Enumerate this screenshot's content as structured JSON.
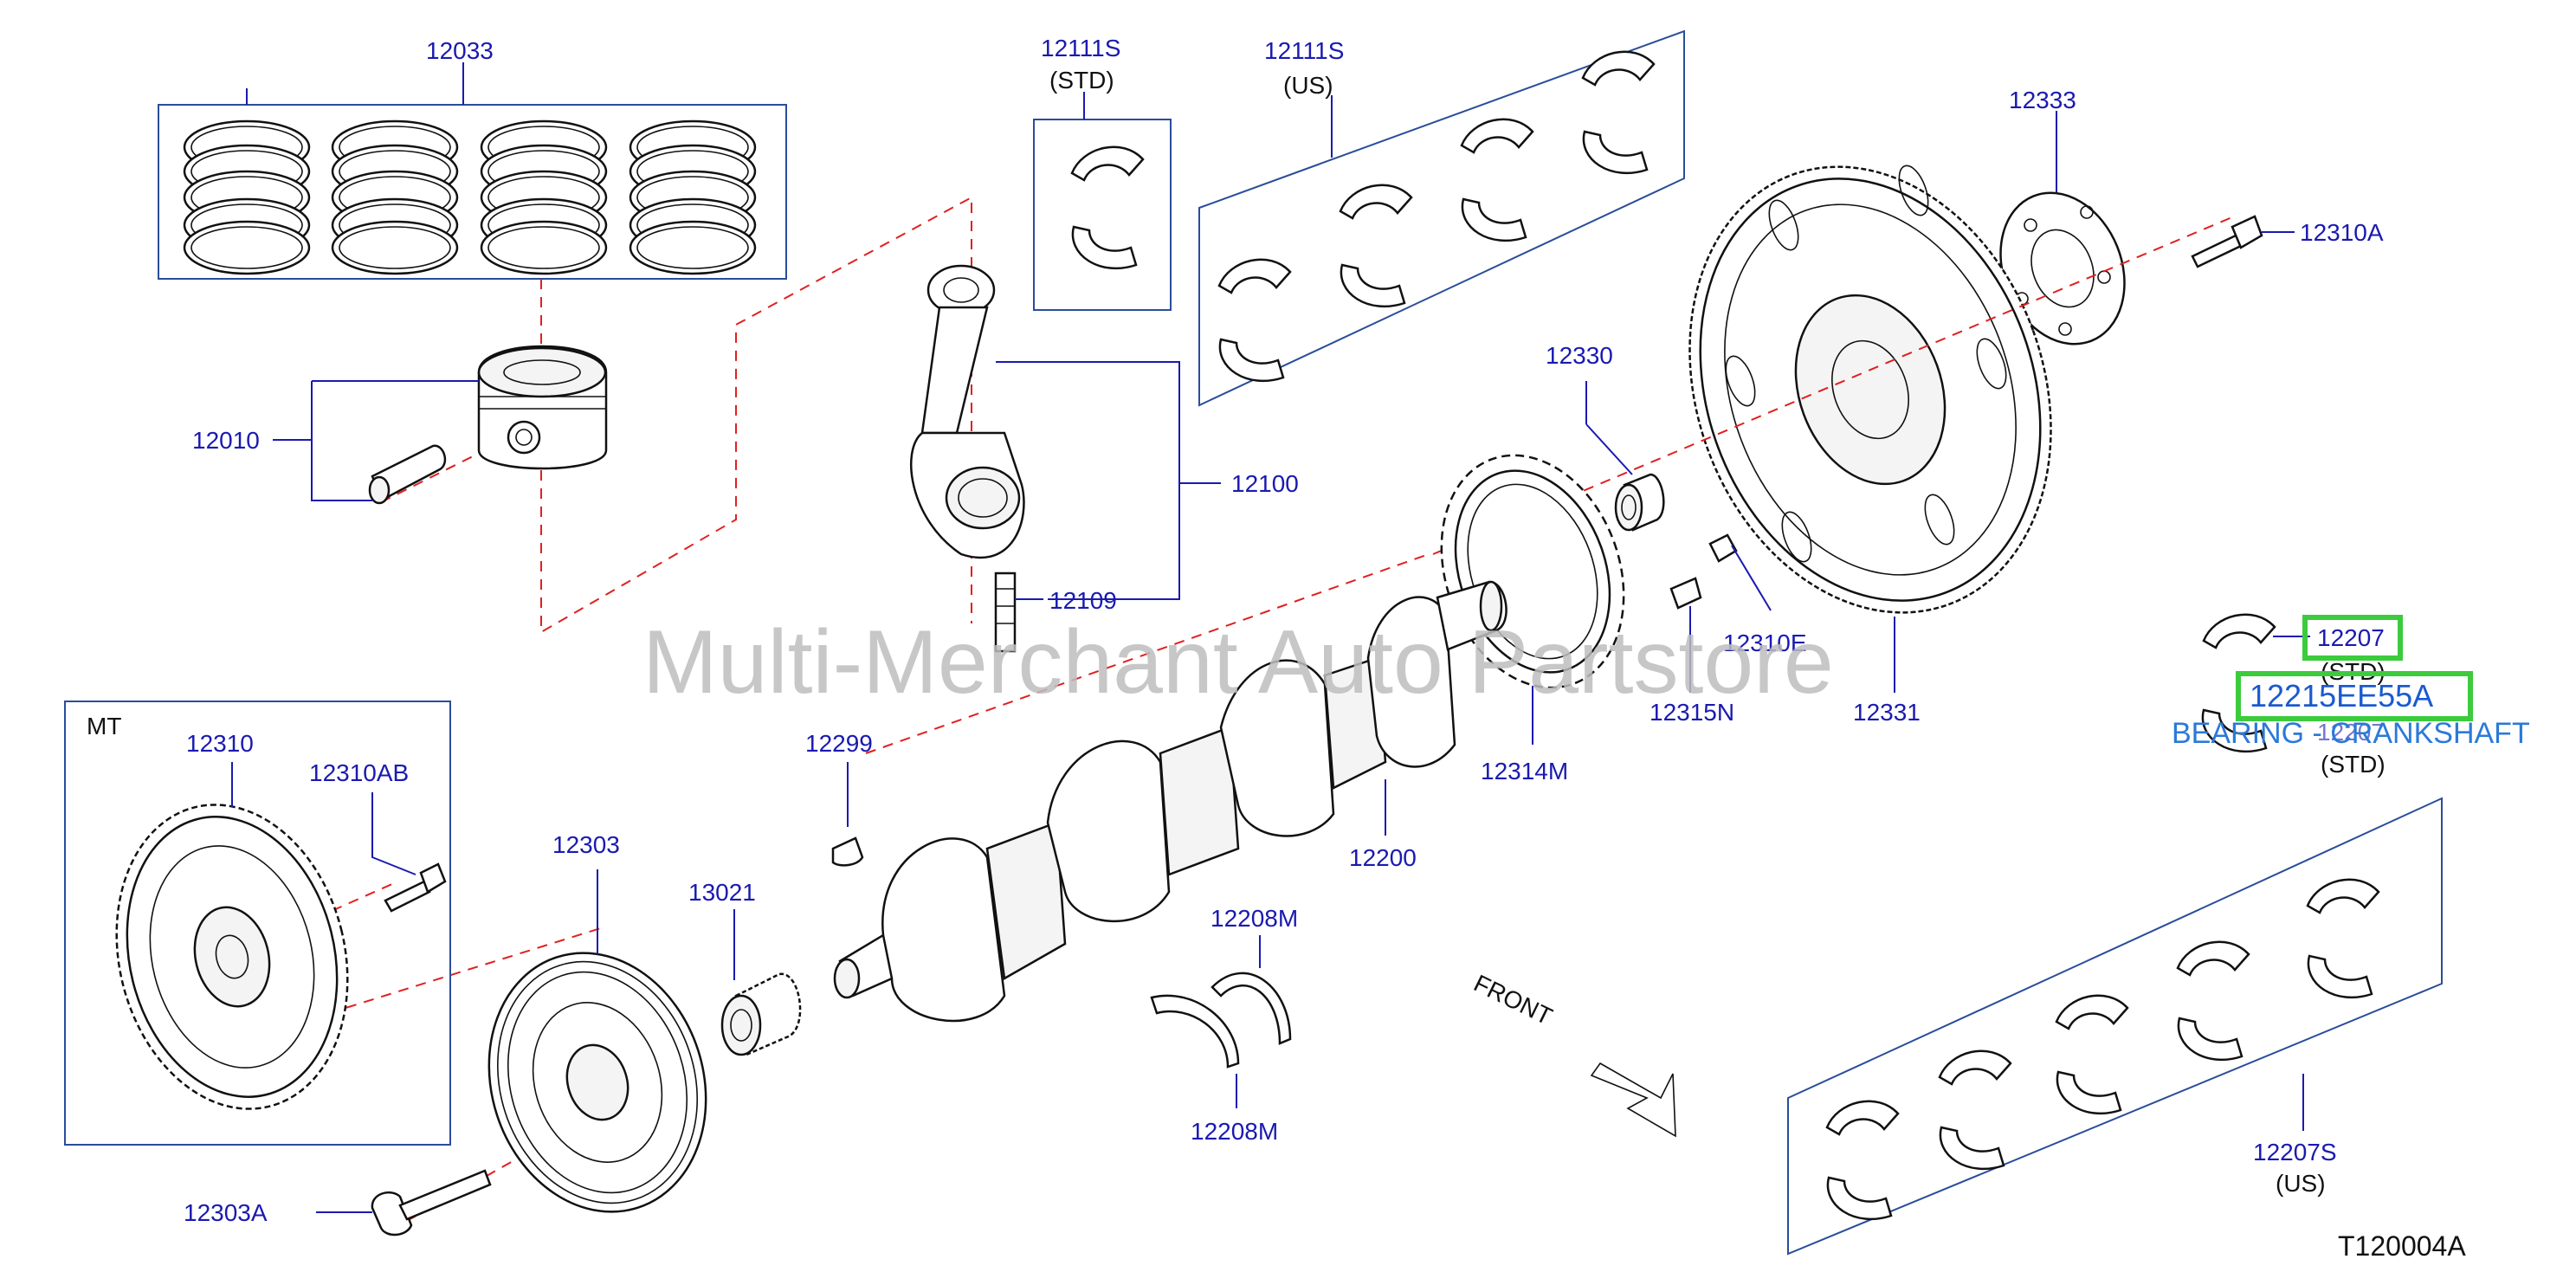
{
  "watermark": "Multi-Merchant Auto Partstore",
  "diagram_code": "T120004A",
  "direction_label": "FRONT",
  "mt_label": "MT",
  "parts": {
    "p12033": "12033",
    "p12010": "12010",
    "p12111s_std": "12111S",
    "p12111s_std_note": "(STD)",
    "p12111s_us": "12111S",
    "p12111s_us_note": "(US)",
    "p12100": "12100",
    "p12109": "12109",
    "p12333": "12333",
    "p12310a": "12310A",
    "p12330": "12330",
    "p12310e": "12310E",
    "p12315n": "12315N",
    "p12331": "12331",
    "p12314m": "12314M",
    "p12299": "12299",
    "p12200": "12200",
    "p12310": "12310",
    "p12310ab": "12310AB",
    "p12303": "12303",
    "p13021": "13021",
    "p12208m_top": "12208M",
    "p12208m_bottom": "12208M",
    "p12303a": "12303A",
    "p12207": "12207",
    "p12207_note": "(STD)",
    "p12207_second": "12207",
    "p12207_second_note": "(STD)",
    "p12207s": "12207S",
    "p12207s_note": "(US)"
  },
  "highlight": {
    "part_number": "12215EE55A",
    "description": "BEARING - CRANKSHAFT",
    "color": "#3ccb3c"
  },
  "colors": {
    "label": "#1a1ab0",
    "center_line": "#e02020",
    "box": "#2a4d9a"
  }
}
